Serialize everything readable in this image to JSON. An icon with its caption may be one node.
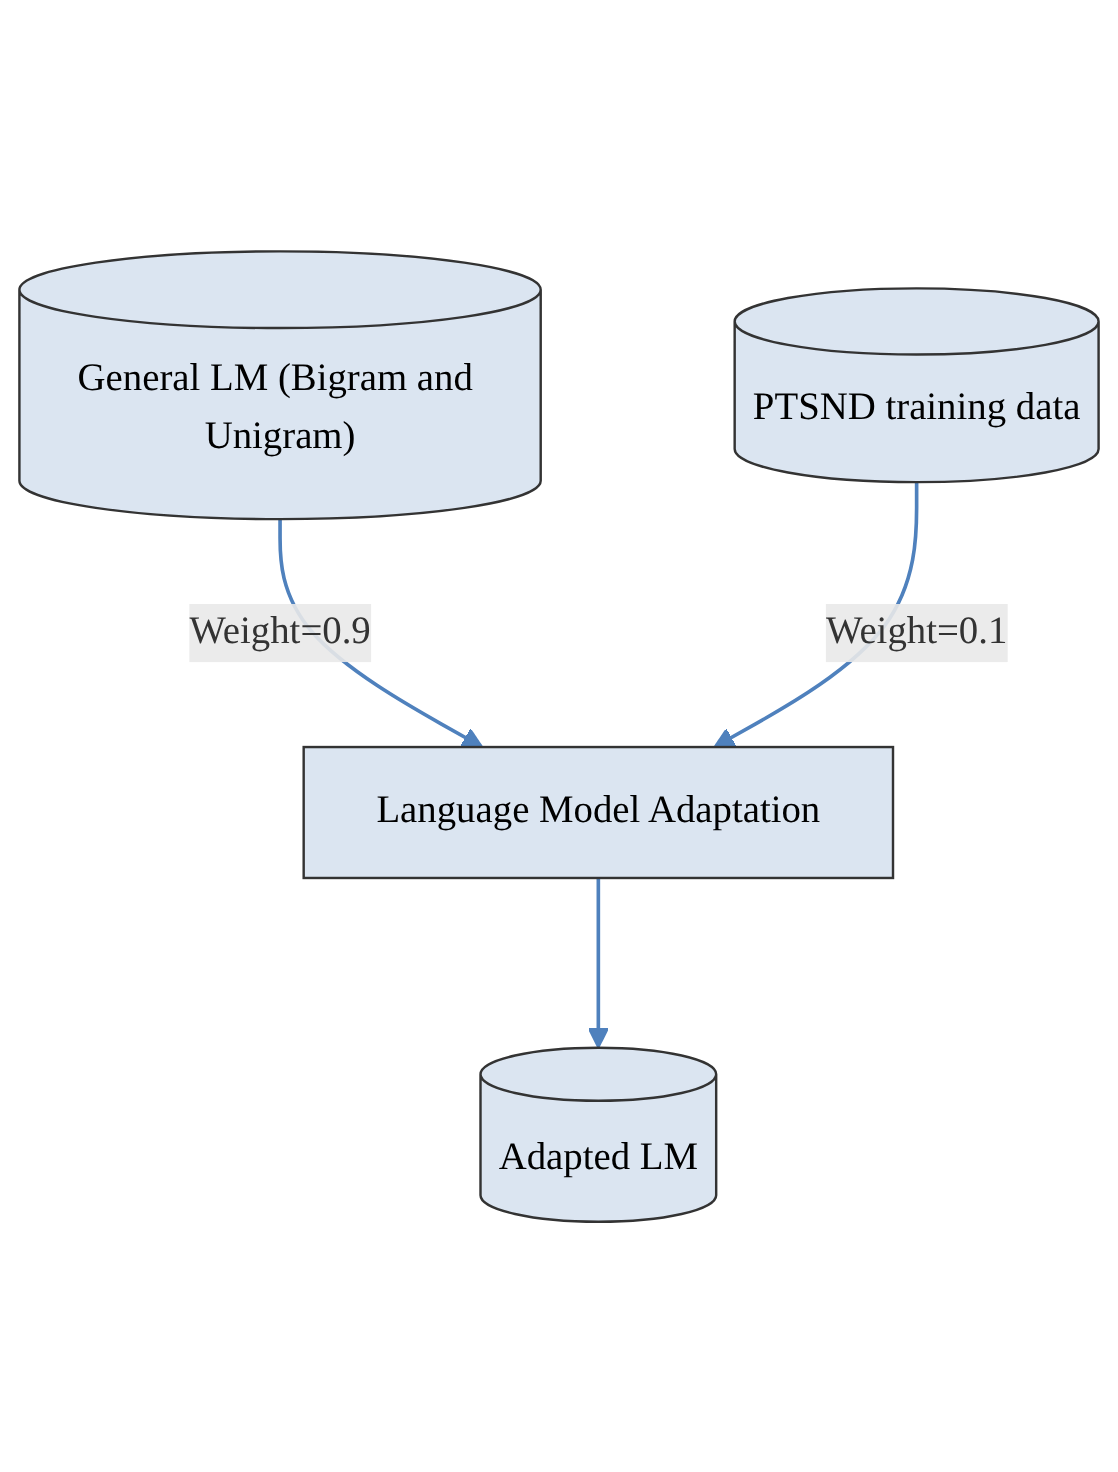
{
  "diagram": {
    "nodes": [
      {
        "text": [
          "General LM (Bigram and Unigram)"
        ]
      },
      {
        "text": [
          "Language Model Adaptation"
        ]
      },
      {
        "text": [
          "PTSND training data"
        ]
      },
      {
        "text": [
          "Adapted LM"
        ]
      }
    ],
    "edges": [
      {
        "from": 0,
        "to": 1,
        "arrow": "to",
        "label": "Weight=0.9"
      },
      {
        "from": 2,
        "to": 1,
        "arrow": "to",
        "label": "Weight=0.1"
      },
      {
        "from": 1,
        "to": 3,
        "arrow": "to"
      }
    ]
  }
}
